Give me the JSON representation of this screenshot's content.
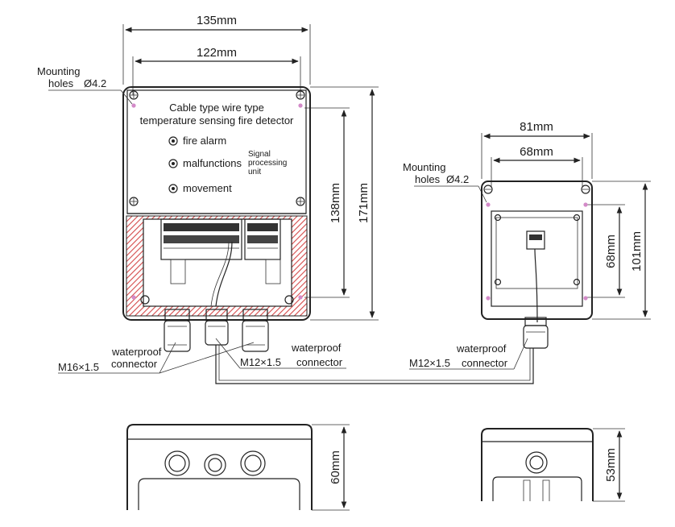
{
  "main_box": {
    "dims": {
      "width_outer": "135mm",
      "width_holes": "122mm",
      "height_holes": "138mm",
      "height_outer": "171mm"
    },
    "mounting_label_1": "Mounting",
    "mounting_label_2": "holes",
    "mounting_dia": "Ø4.2",
    "title_line1": "Cable type wire type",
    "title_line2": "temperature sensing fire detector",
    "indicators": [
      "fire alarm",
      "malfunctions",
      "movement"
    ],
    "spu_label": [
      "Signal",
      "processing",
      "unit"
    ],
    "connector_left": {
      "label_1": "waterproof",
      "label_2": "connector",
      "size": "M16×1.5"
    },
    "connector_mid": {
      "label_1": "waterproof",
      "label_2": "connector",
      "size": "M12×1.5"
    }
  },
  "small_box": {
    "dims": {
      "width_outer": "81mm",
      "width_holes": "68mm",
      "height_holes": "68mm",
      "height_outer": "101mm"
    },
    "mounting_label_1": "Mounting",
    "mounting_label_2": "holes",
    "mounting_dia": "Ø4.2",
    "connector": {
      "label_1": "waterproof",
      "label_2": "connector",
      "size": "M12×1.5"
    }
  },
  "side_views": {
    "main_depth": "60mm",
    "small_depth": "53mm"
  },
  "colors": {
    "hatch": "#d44a4a",
    "line": "#222222",
    "hole": "#d38ac8"
  }
}
